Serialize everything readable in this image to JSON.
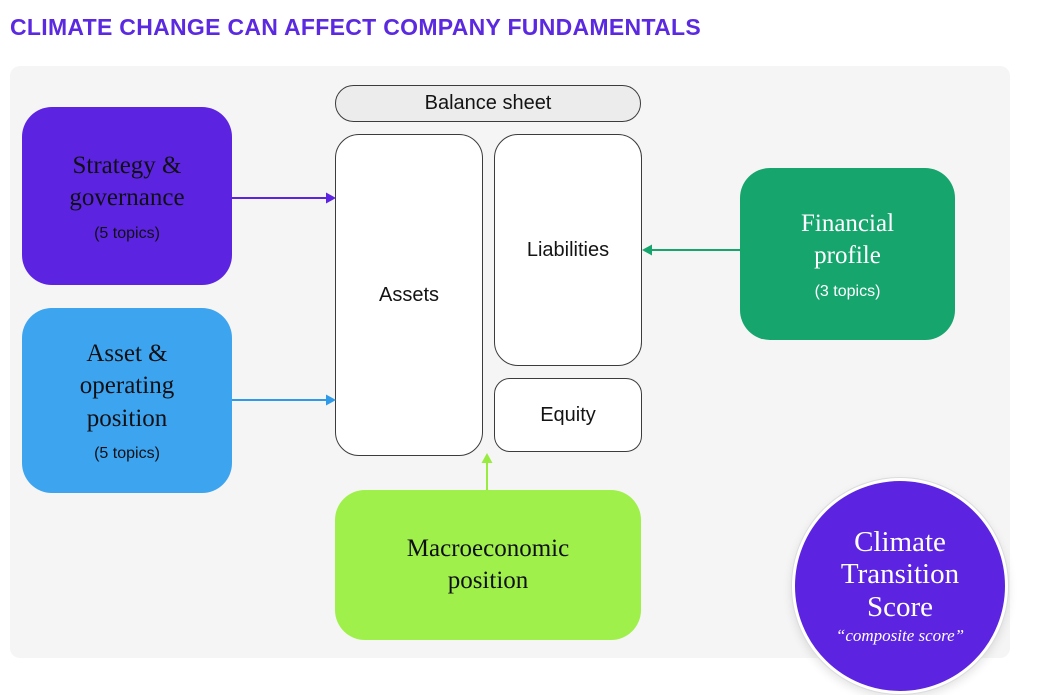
{
  "title": "CLIMATE CHANGE CAN AFFECT COMPANY FUNDAMENTALS",
  "colors": {
    "title_text": "#5b2ae0",
    "panel_bg": "#f5f5f5",
    "purple": "#5c24e1",
    "blue": "#3da4f0",
    "green": "#17a56e",
    "lime": "#a0f04b",
    "box_border": "#3c3c3c",
    "dark_text": "#101014",
    "light_text": "#ffffff"
  },
  "balance_sheet": {
    "header": "Balance sheet",
    "assets": "Assets",
    "liabilities": "Liabilities",
    "equity": "Equity"
  },
  "factors": {
    "strategy": {
      "title": "Strategy & governance",
      "subtitle": "(5 topics)"
    },
    "asset_operating": {
      "title": "Asset & operating position",
      "subtitle": "(5 topics)"
    },
    "financial": {
      "title": "Financial profile",
      "subtitle": "(3 topics)"
    },
    "macroeconomic": {
      "title": "Macroeconomic position"
    }
  },
  "score": {
    "title": "Climate Transition Score",
    "subtitle": "“composite score”"
  }
}
